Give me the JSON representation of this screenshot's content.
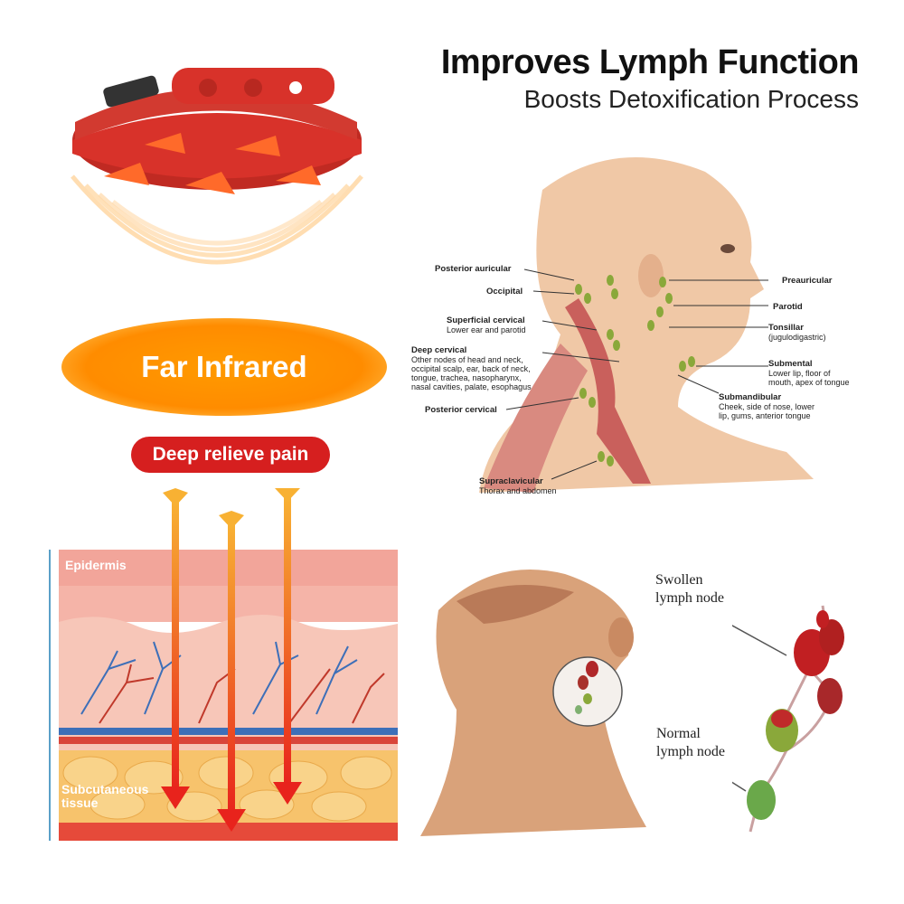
{
  "header": {
    "title": "Improves Lymph Function",
    "subtitle": "Boosts Detoxification Process"
  },
  "badges": {
    "far_infrared": "Far Infrared",
    "deep_relieve": "Deep relieve pain"
  },
  "skin_diagram": {
    "epidermis": "Epidermis",
    "subcutaneous_line1": "Subcutaneous",
    "subcutaneous_line2": "tissue"
  },
  "lymph_diagram": {
    "posterior_auricular": "Posterior auricular",
    "occipital": "Occipital",
    "superficial_cervical": "Superficial cervical",
    "superficial_cervical_sub": "Lower ear and parotid",
    "deep_cervical": "Deep cervical",
    "deep_cervical_sub1": "Other nodes of head and neck,",
    "deep_cervical_sub2": "occipital scalp, ear, back of neck,",
    "deep_cervical_sub3": "tongue, trachea, nasopharynx,",
    "deep_cervical_sub4": "nasal cavities, palate, esophagus",
    "posterior_cervical": "Posterior cervical",
    "supraclavicular": "Supraclavicular",
    "supraclavicular_sub": "Thorax and abdomen",
    "preauricular": "Preauricular",
    "parotid": "Parotid",
    "tonsillar": "Tonsillar",
    "tonsillar_sub": "(jugulodigastric)",
    "submental": "Submental",
    "submental_sub1": "Lower lip, floor of",
    "submental_sub2": "mouth, apex of tongue",
    "submandibular": "Submandibular",
    "submandibular_sub1": "Cheek, side of nose, lower",
    "submandibular_sub2": "lip, gums, anterior tongue"
  },
  "node_labels": {
    "swollen1": "Swollen",
    "swollen2": "lymph node",
    "normal1": "Normal",
    "normal2": "lymph node"
  },
  "colors": {
    "bracelet_red": "#d8322a",
    "infrared_orange": "#ff8c00",
    "pain_red": "#d61f1f",
    "arrow_orange": "#f5a623",
    "node_green": "#8aa83a"
  }
}
